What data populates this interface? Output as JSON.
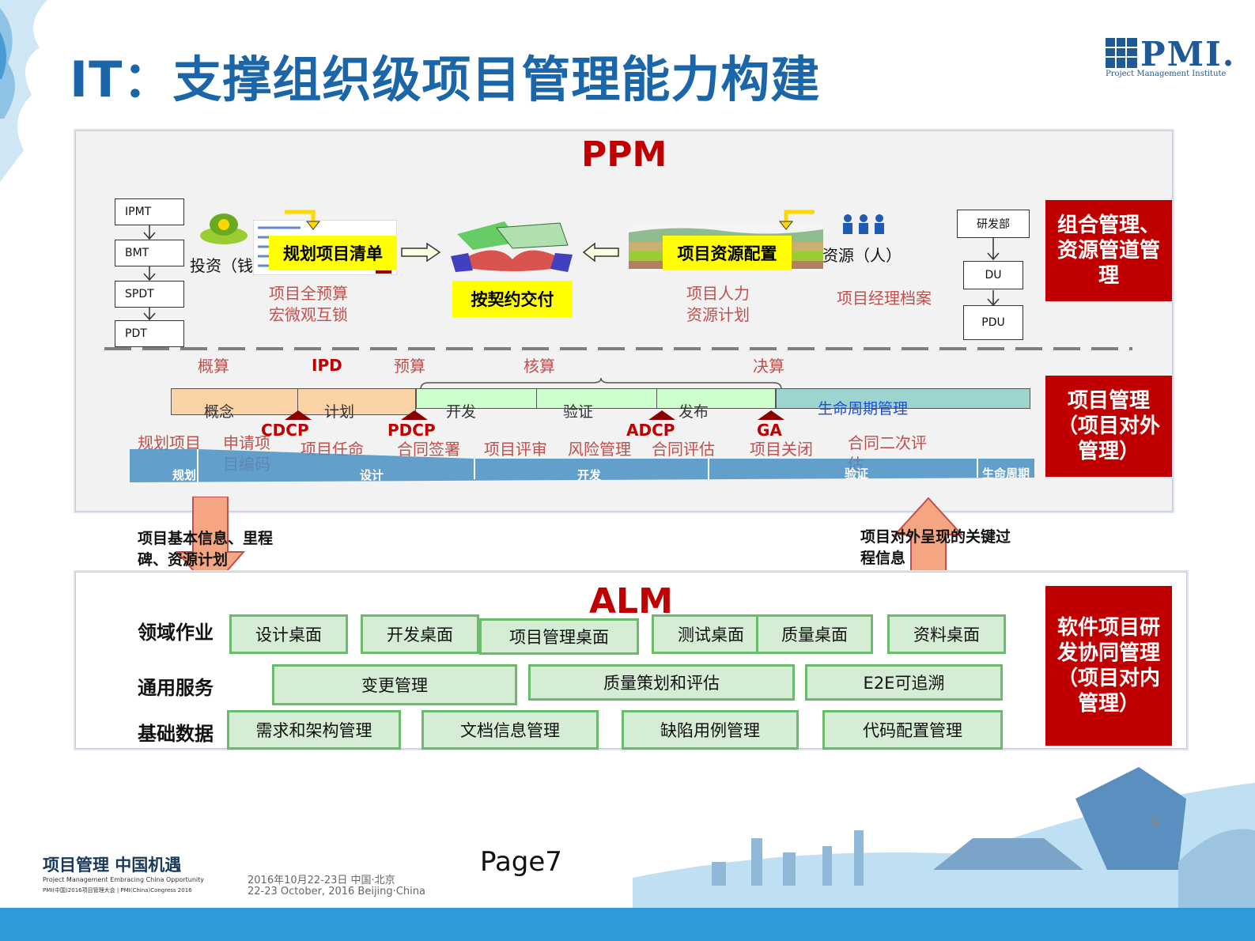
{
  "title": "IT：支撑组织级项目管理能力构建",
  "logo": {
    "word": "PMI.",
    "subtitle": "Project Management Institute"
  },
  "ppm": {
    "title": "PPM",
    "stack": [
      "IPMT",
      "BMT",
      "SPDT",
      "PDT"
    ],
    "investment": "投资（钱）",
    "plan_list": "规划项目清单",
    "budget_lines": [
      "项目全预算",
      "宏微观互锁"
    ],
    "deliver": "按契约交付",
    "resource_alloc": "项目资源配置",
    "resource_people": "资源（人）",
    "hr_lines": [
      "项目人力",
      "资源计划"
    ],
    "pm_archive": "项目经理档案",
    "org": [
      "研发部",
      "DU",
      "PDU"
    ],
    "finance": [
      "概算",
      "IPD",
      "预算",
      "核算",
      "决算"
    ],
    "phases": [
      "概念",
      "计划",
      "开发",
      "验证",
      "发布",
      "生命周期管理"
    ],
    "milestones": [
      "CDCP",
      "PDCP",
      "ADCP",
      "GA"
    ],
    "activities": [
      "规划项目",
      "申请项目编码",
      "项目任命",
      "合同签署",
      "项目评审",
      "风险管理",
      "合同评估",
      "项目关闭",
      "合同二次评估"
    ],
    "bar_labels": [
      "规划",
      "设计",
      "开发",
      "验证",
      "生命周期"
    ],
    "side_label": "组合管理、资源管道管理",
    "side_label2": "项目管理（项目对外管理）"
  },
  "arrows": {
    "down_text": "项目基本信息、里程碑、资源计划",
    "up_text": "项目对外呈现的关键过程信息"
  },
  "alm": {
    "title": "ALM",
    "row_labels": [
      "领域作业",
      "通用服务",
      "基础数据"
    ],
    "row1": [
      "设计桌面",
      "开发桌面",
      "项目管理桌面",
      "测试桌面",
      "质量桌面",
      "资料桌面"
    ],
    "row2": [
      "变更管理",
      "质量策划和评估",
      "E2E可追溯"
    ],
    "row3": [
      "需求和架构管理",
      "文档信息管理",
      "缺陷用例管理",
      "代码配置管理"
    ],
    "side_label": "软件项目研发协同管理（项目对内管理）"
  },
  "footer": {
    "page": "Page7",
    "slide_number": "9",
    "logo_cn": "项目管理 中国机遇",
    "logo_en": "Project Management Embracing China Opportunity",
    "logo_small": "PMI(中国)2016项目管理大会 | PMI(China)Congress 2016",
    "date_cn": "2016年10月22-23日 中国·北京",
    "date_en": "22-23 October, 2016 Beijing·China"
  },
  "colors": {
    "title": "#1a66a8",
    "accent_red": "#c00000",
    "green_box": "#d5ecd5",
    "timeline_blue": "#4a90c4"
  }
}
